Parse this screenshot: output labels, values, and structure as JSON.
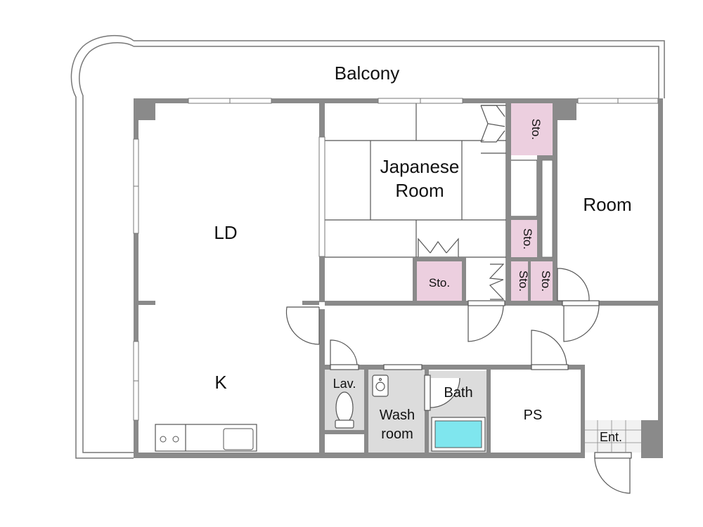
{
  "labels": {
    "balcony": "Balcony",
    "ld": "LD",
    "k": "K",
    "japanese_room_line1": "Japanese",
    "japanese_room_line2": "Room",
    "room": "Room",
    "sto": "Sto.",
    "lav": "Lav.",
    "wash_line1": "Wash",
    "wash_line2": "room",
    "bath": "Bath",
    "ps": "PS",
    "ent": "Ent."
  },
  "colors": {
    "wall": "#8a8a8a",
    "storage": "#eccfdf",
    "wet_area": "#dcdcdc",
    "bathtub": "#7fe6ee",
    "text": "#111111"
  },
  "icons": [
    "sink-icon",
    "toilet-icon",
    "bathtub-icon",
    "stove-icon",
    "kitchen-sink-icon"
  ]
}
